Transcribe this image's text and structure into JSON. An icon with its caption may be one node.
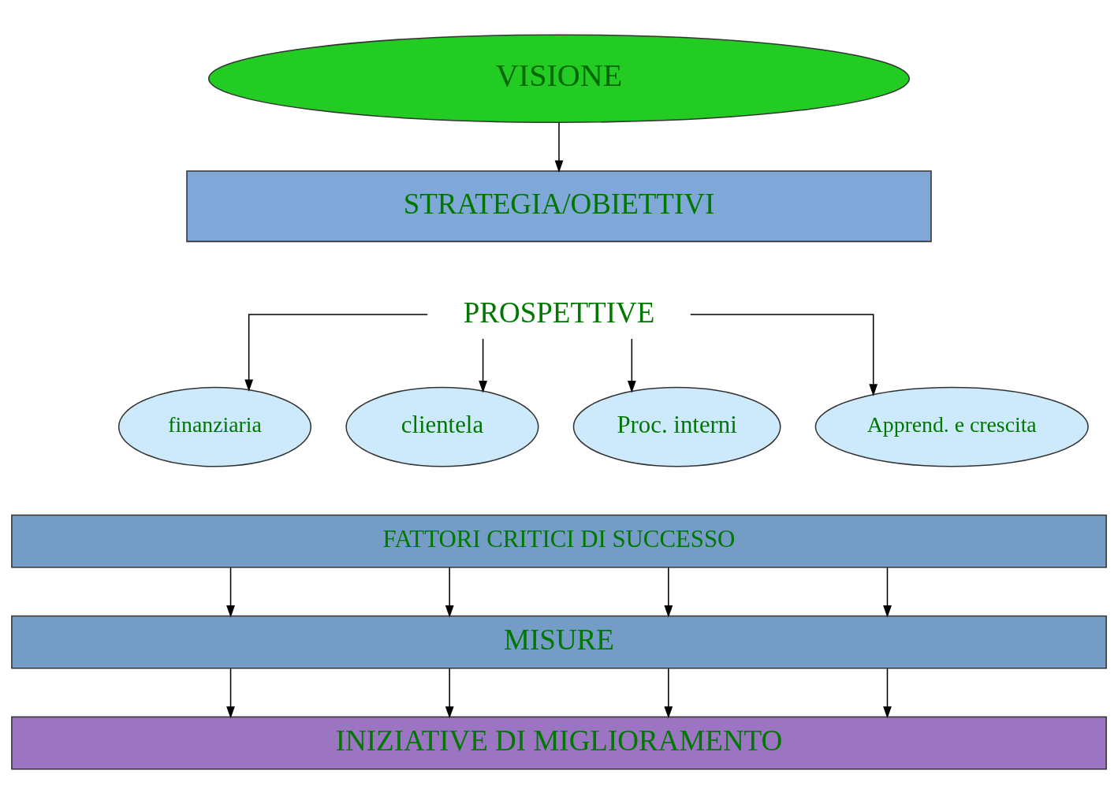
{
  "diagram": {
    "nodes": [
      {
        "text": [
          "VISIONE"
        ]
      },
      {
        "text": [
          "STRATEGIA/OBIETTIVI"
        ]
      },
      {
        "text": [
          "PROSPETTIVE"
        ]
      },
      {
        "text": [
          "finanziaria"
        ]
      },
      {
        "text": [
          "clientela"
        ]
      },
      {
        "text": [
          "Proc. interni"
        ]
      },
      {
        "text": [
          "Apprend. e crescita"
        ]
      },
      {
        "text": [
          "FATTORI CRITICI DI SUCCESSO"
        ]
      },
      {
        "text": [
          "MISURE"
        ]
      },
      {
        "text": [
          "INIZIATIVE DI MIGLIORAMENTO"
        ]
      }
    ],
    "edges": [
      {
        "from": 0,
        "to": 1,
        "arrow": "to"
      },
      {
        "from": 2,
        "to": 3,
        "arrow": "to"
      },
      {
        "from": 2,
        "to": 4,
        "arrow": "to"
      },
      {
        "from": 2,
        "to": 5,
        "arrow": "to"
      },
      {
        "from": 2,
        "to": 6,
        "arrow": "to"
      },
      {
        "from": 7,
        "to": 8,
        "arrow": "to"
      },
      {
        "from": 7,
        "to": 8,
        "arrow": "to"
      },
      {
        "from": 7,
        "to": 8,
        "arrow": "to"
      },
      {
        "from": 7,
        "to": 8,
        "arrow": "to"
      },
      {
        "from": 8,
        "to": 9,
        "arrow": "to"
      },
      {
        "from": 8,
        "to": 9,
        "arrow": "to"
      },
      {
        "from": 8,
        "to": 9,
        "arrow": "to"
      },
      {
        "from": 8,
        "to": 9,
        "arrow": "to"
      }
    ]
  }
}
